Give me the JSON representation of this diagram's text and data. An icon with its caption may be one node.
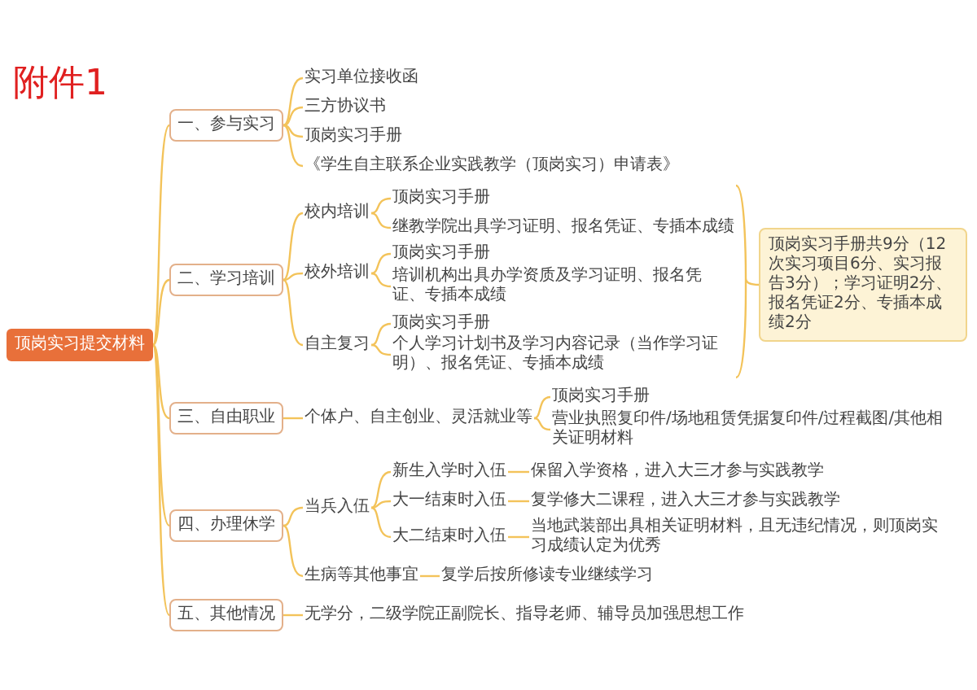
{
  "diagram": {
    "title": "附件1",
    "nodes": [
      {
        "text": [
          "顶岗实习提交材料"
        ]
      },
      {
        "text": [
          "一、参与实习"
        ]
      },
      {
        "text": [
          "实习单位接收函"
        ]
      },
      {
        "text": [
          "三方协议书"
        ]
      },
      {
        "text": [
          "顶岗实习手册"
        ]
      },
      {
        "text": [
          "《学生自主联系企业实践教学（顶岗实习）申请表》"
        ]
      },
      {
        "text": [
          "二、学习培训"
        ]
      },
      {
        "text": [
          "校内培训"
        ]
      },
      {
        "text": [
          "顶岗实习手册"
        ]
      },
      {
        "text": [
          "继教学院出具学习证明、报名凭证、专插本成绩"
        ]
      },
      {
        "text": [
          "校外培训"
        ]
      },
      {
        "text": [
          "顶岗实习手册"
        ]
      },
      {
        "text": [
          "培训机构出具办学资质及学习证明、报名凭证、专插本成绩"
        ]
      },
      {
        "text": [
          "自主复习"
        ]
      },
      {
        "text": [
          "顶岗实习手册"
        ]
      },
      {
        "text": [
          "个人学习计划书及学习内容记录（当作学习证明）、报名凭证、专插本成绩"
        ]
      },
      {
        "text": [
          "顶岗实习手册共9分（12次实习项目6分、实习报告3分）；学习证明2分、报名凭证2分、专插本成绩2分"
        ]
      },
      {
        "text": [
          "三、自由职业"
        ]
      },
      {
        "text": [
          "个体户、自主创业、灵活就业等"
        ]
      },
      {
        "text": [
          "顶岗实习手册"
        ]
      },
      {
        "text": [
          "营业执照复印件/场地租赁凭据复印件/过程截图/其他相关证明材料"
        ]
      },
      {
        "text": [
          "四、办理休学"
        ]
      },
      {
        "text": [
          "当兵入伍"
        ]
      },
      {
        "text": [
          "新生入学时入伍"
        ]
      },
      {
        "text": [
          "保留入学资格，进入大三才参与实践教学"
        ]
      },
      {
        "text": [
          "大一结束时入伍"
        ]
      },
      {
        "text": [
          "复学修大二课程，进入大三才参与实践教学"
        ]
      },
      {
        "text": [
          "大二结束时入伍"
        ]
      },
      {
        "text": [
          "当地武装部出具相关证明材料，且无违纪情况，则顶岗实习成绩认定为优秀"
        ]
      },
      {
        "text": [
          "生病等其他事宜"
        ]
      },
      {
        "text": [
          "复学后按所修读专业继续学习"
        ]
      },
      {
        "text": [
          "五、其他情况"
        ]
      },
      {
        "text": [
          "无学分，二级学院正副院长、指导老师、辅导员加强思想工作"
        ]
      }
    ],
    "edges": [
      {
        "from": 0,
        "to": 1,
        "arrow": "none"
      },
      {
        "from": 0,
        "to": 6,
        "arrow": "none"
      },
      {
        "from": 0,
        "to": 17,
        "arrow": "none"
      },
      {
        "from": 0,
        "to": 21,
        "arrow": "none"
      },
      {
        "from": 0,
        "to": 31,
        "arrow": "none"
      },
      {
        "from": 1,
        "to": 2,
        "arrow": "none"
      },
      {
        "from": 1,
        "to": 3,
        "arrow": "none"
      },
      {
        "from": 1,
        "to": 4,
        "arrow": "none"
      },
      {
        "from": 1,
        "to": 5,
        "arrow": "none"
      },
      {
        "from": 6,
        "to": 7,
        "arrow": "none"
      },
      {
        "from": 6,
        "to": 10,
        "arrow": "none"
      },
      {
        "from": 6,
        "to": 13,
        "arrow": "none"
      },
      {
        "from": 7,
        "to": 8,
        "arrow": "none"
      },
      {
        "from": 7,
        "to": 9,
        "arrow": "none"
      },
      {
        "from": 10,
        "to": 11,
        "arrow": "none"
      },
      {
        "from": 10,
        "to": 12,
        "arrow": "none"
      },
      {
        "from": 13,
        "to": 14,
        "arrow": "none"
      },
      {
        "from": 13,
        "to": 15,
        "arrow": "none"
      },
      {
        "from": 17,
        "to": 18,
        "arrow": "none"
      },
      {
        "from": 18,
        "to": 19,
        "arrow": "none"
      },
      {
        "from": 18,
        "to": 20,
        "arrow": "none"
      },
      {
        "from": 21,
        "to": 22,
        "arrow": "none"
      },
      {
        "from": 21,
        "to": 29,
        "arrow": "none"
      },
      {
        "from": 22,
        "to": 23,
        "arrow": "none"
      },
      {
        "from": 22,
        "to": 25,
        "arrow": "none"
      },
      {
        "from": 22,
        "to": 27,
        "arrow": "none"
      },
      {
        "from": 23,
        "to": 24,
        "arrow": "none"
      },
      {
        "from": 25,
        "to": 26,
        "arrow": "none"
      },
      {
        "from": 27,
        "to": 28,
        "arrow": "none"
      },
      {
        "from": 29,
        "to": 30,
        "arrow": "none"
      },
      {
        "from": 31,
        "to": 32,
        "arrow": "none"
      }
    ]
  }
}
